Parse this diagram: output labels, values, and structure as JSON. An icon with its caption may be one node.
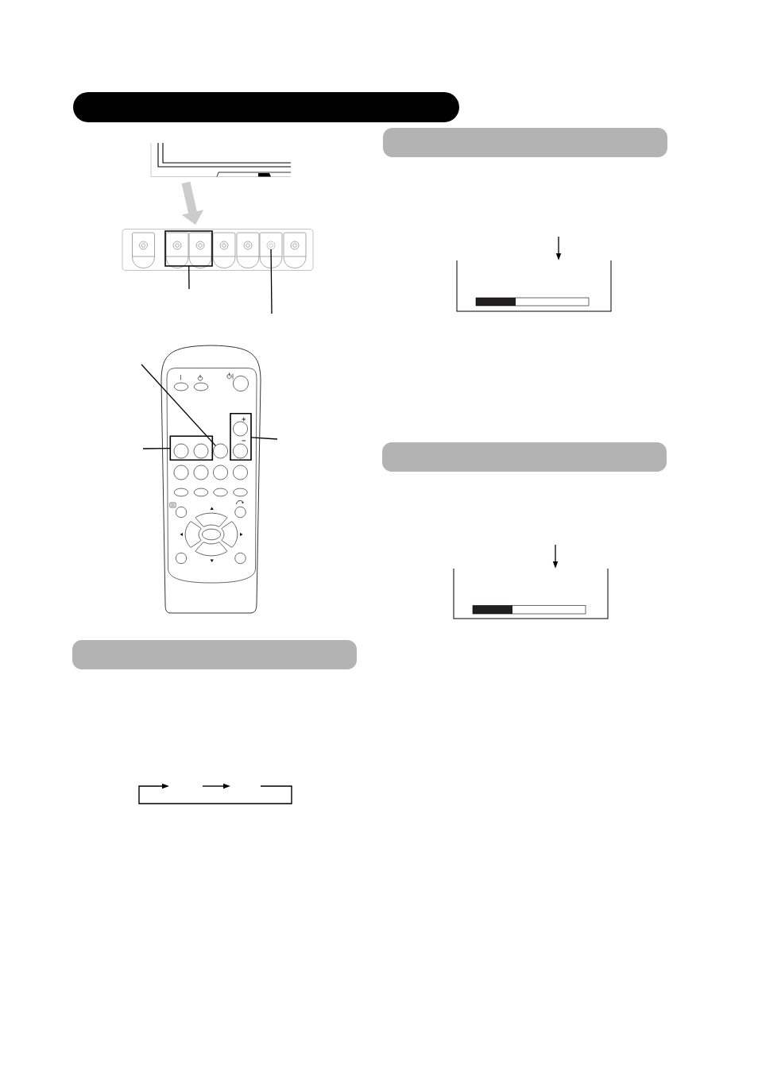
{
  "diagram": {
    "nodes": [
      {
        "text": [],
        "shape": "bar"
      },
      {
        "text": [],
        "shape": "picture"
      },
      {
        "text": [],
        "shape": "picture"
      },
      {
        "text": [],
        "shape": "box",
        "in": 2
      },
      {
        "text": [],
        "shape": "circle",
        "in": 2
      },
      {
        "text": [],
        "shape": "picture"
      },
      {
        "text": [],
        "shape": "circle",
        "in": 5
      },
      {
        "text": [],
        "shape": "box",
        "in": 5
      },
      {
        "text": [],
        "shape": "circle",
        "in": 7
      },
      {
        "text": [],
        "shape": "box",
        "in": 5
      },
      {
        "text": [],
        "shape": "circle",
        "in": 9
      },
      {
        "text": [],
        "shape": "circle",
        "in": 9
      },
      {
        "text": [],
        "shape": "circle",
        "in": 5
      },
      {
        "text": [],
        "shape": "circle",
        "in": 7
      },
      {
        "text": [],
        "shape": "circle",
        "in": 5
      },
      {
        "text": [],
        "shape": "circle",
        "in": 5
      },
      {
        "text": [],
        "shape": "circle",
        "in": 5
      },
      {
        "text": [],
        "shape": "circle",
        "in": 5
      },
      {
        "text": [],
        "shape": "bar"
      },
      {
        "text": [],
        "shape": "bar"
      },
      {
        "text": [],
        "shape": "box"
      },
      {
        "text": [],
        "shape": "bar"
      },
      {
        "text": [],
        "shape": "box"
      }
    ],
    "edges": [
      {
        "from": 1,
        "to": 2,
        "arrow": "to",
        "style": "thick",
        "color": "#cccccc"
      },
      {
        "from": null,
        "to": 3,
        "arrow": "none"
      },
      {
        "from": null,
        "to": 4,
        "arrow": "none"
      },
      {
        "from": null,
        "to": 12,
        "arrow": "none"
      },
      {
        "from": null,
        "to": 9,
        "arrow": "none"
      },
      {
        "from": null,
        "to": 7,
        "arrow": "none"
      },
      {
        "from": null,
        "to": 20,
        "arrow": "to"
      },
      {
        "from": null,
        "to": 22,
        "arrow": "to"
      }
    ]
  }
}
